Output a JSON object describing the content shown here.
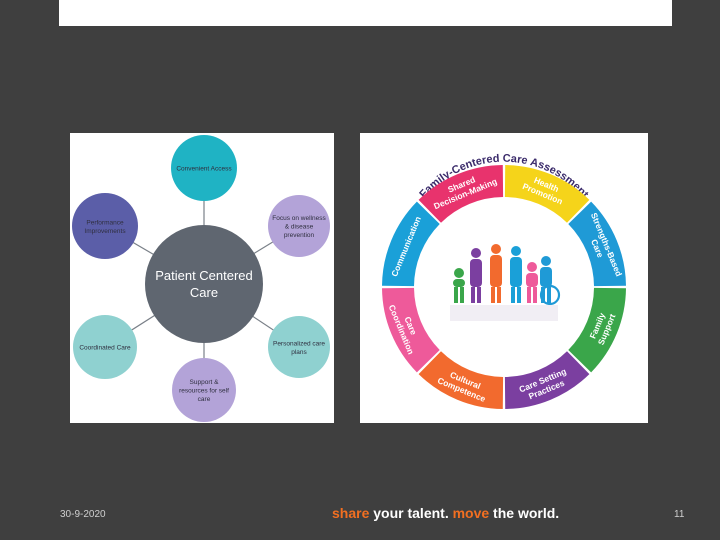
{
  "colors": {
    "background": "#3f3f3f",
    "accent_orange": "#f26f21",
    "hub": "#5f6670",
    "node_teal": "#1fb3c4",
    "node_purple": "#5b5ea8",
    "node_lavender": "#b3a3d8",
    "node_mint": "#8fd1d0"
  },
  "patient_centered_care": {
    "center": "Patient Centered Care",
    "center_lines": [
      "Patient Centered",
      "Care"
    ],
    "nodes": [
      {
        "label": "Convenient Access",
        "lines": [
          "Convenient Access"
        ],
        "color": "#1fb3c4"
      },
      {
        "label": "Focus on wellness & disease prevention",
        "lines": [
          "Focus on wellness",
          "& disease",
          "prevention"
        ],
        "color": "#b3a3d8"
      },
      {
        "label": "Personalized care plans",
        "lines": [
          "Personalized care",
          "plans"
        ],
        "color": "#8fd1d0"
      },
      {
        "label": "Support & resources for self care",
        "lines": [
          "Support &",
          "resources for self",
          "care"
        ],
        "color": "#b3a3d8"
      },
      {
        "label": "Coordinated Care",
        "lines": [
          "Coordinated Care"
        ],
        "color": "#8fd1d0"
      },
      {
        "label": "Performance Improvements",
        "lines": [
          "Performance",
          "Improvements"
        ],
        "color": "#5b5ea8"
      }
    ]
  },
  "family_centered_care": {
    "title": "Family-Centered Care Assessment",
    "segments": [
      {
        "label": "Shared Decision-Making",
        "color": "#e8336d"
      },
      {
        "label": "Health Promotion",
        "color": "#f5d41a"
      },
      {
        "label": "Strengths-Based Care",
        "color": "#1f9ad6"
      },
      {
        "label": "Family Support",
        "color": "#3aa64a"
      },
      {
        "label": "Care Setting Practices",
        "color": "#7b3fa0"
      },
      {
        "label": "Cultural Competence",
        "color": "#f26a2e"
      },
      {
        "label": "Care Coordination",
        "color": "#ee5a9a"
      },
      {
        "label": "Communication",
        "color": "#1aa0d8"
      }
    ]
  },
  "footer": {
    "date": "30-9-2020",
    "slogan_parts": [
      "share",
      " your talent. ",
      "move",
      " the world."
    ],
    "page_number": "11"
  }
}
